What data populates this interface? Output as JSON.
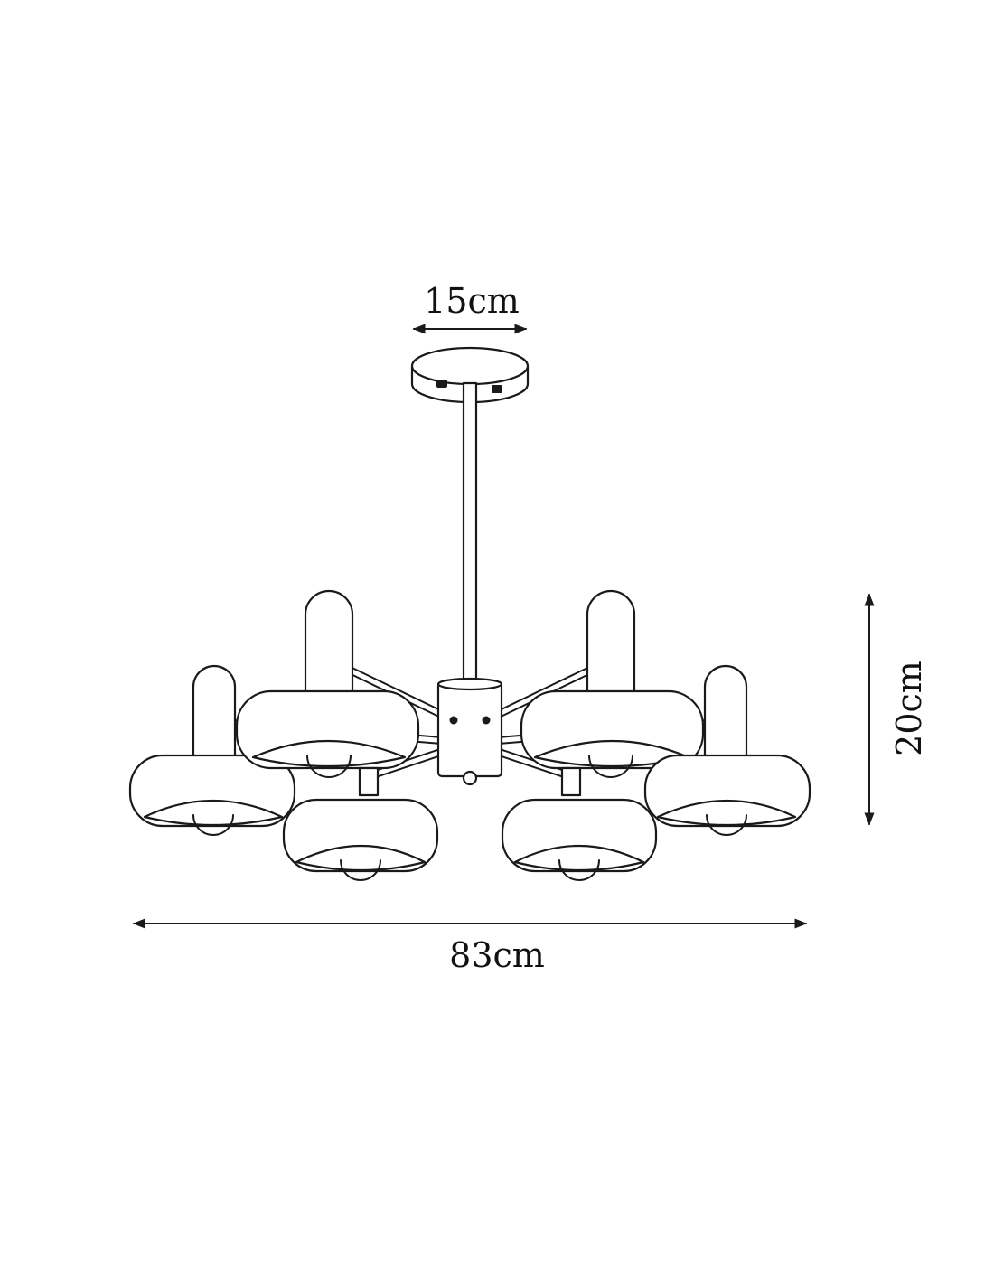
{
  "dimensions": {
    "canopy_width": "15cm",
    "overall_width": "83cm",
    "shade_height": "20cm"
  },
  "colors": {
    "line": "#1a1a1a",
    "background": "#ffffff"
  }
}
